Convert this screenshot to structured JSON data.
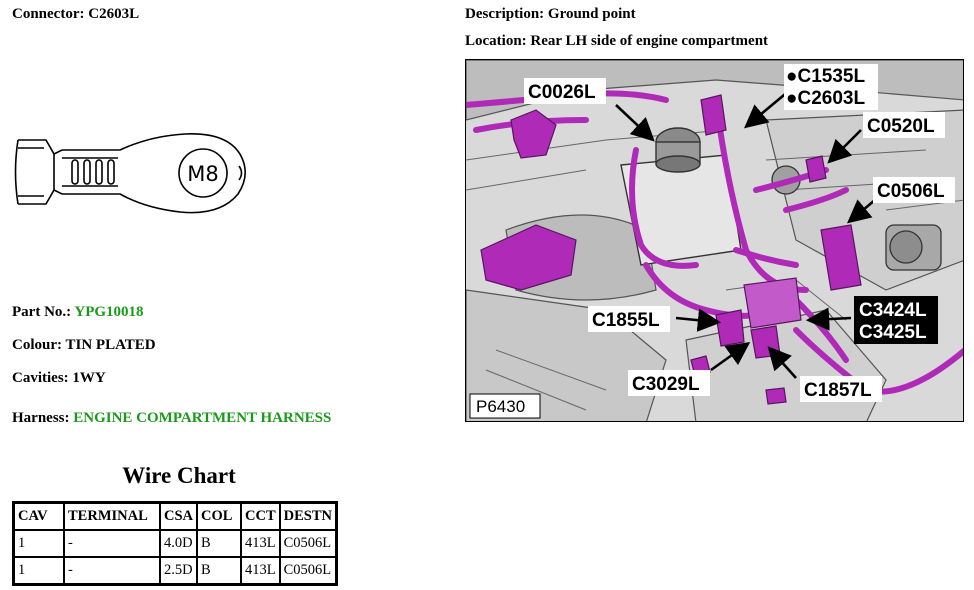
{
  "connector": {
    "label": "Connector:",
    "value": "C2603L",
    "terminal_marking": "M8"
  },
  "description": {
    "label": "Description:",
    "value": "Ground point"
  },
  "location": {
    "label": "Location:",
    "value": "Rear LH side of engine compartment"
  },
  "part_no": {
    "label": "Part No.:",
    "value": "YPG10018"
  },
  "colour": {
    "label": "Colour:",
    "value": "TIN PLATED"
  },
  "cavities": {
    "label": "Cavities:",
    "value": "1WY"
  },
  "harness": {
    "label": "Harness:",
    "value": "ENGINE COMPARTMENT HARNESS"
  },
  "colors": {
    "link_green": "#1a9a1a",
    "connector_magenta": "#b02ab8"
  },
  "wire_chart": {
    "title": "Wire Chart",
    "columns": [
      "CAV",
      "TERMINAL",
      "CSA",
      "COL",
      "CCT",
      "DESTN"
    ],
    "rows": [
      [
        "1",
        "-",
        "4.0D",
        "B",
        "413L",
        "C0506L"
      ],
      [
        "1",
        "-",
        "2.5D",
        "B",
        "413L",
        "C0506L"
      ]
    ]
  },
  "photo": {
    "id": "P6430",
    "callouts": {
      "c0026l": "C0026L",
      "c1535l": "●C1535L",
      "c2603l": "●C2603L",
      "c0520l": "C0520L",
      "c0506l": "C0506L",
      "c1855l": "C1855L",
      "c3424l": "C3424L",
      "c3425l": "C3425L",
      "c3029l": "C3029L",
      "c1857l": "C1857L"
    }
  }
}
